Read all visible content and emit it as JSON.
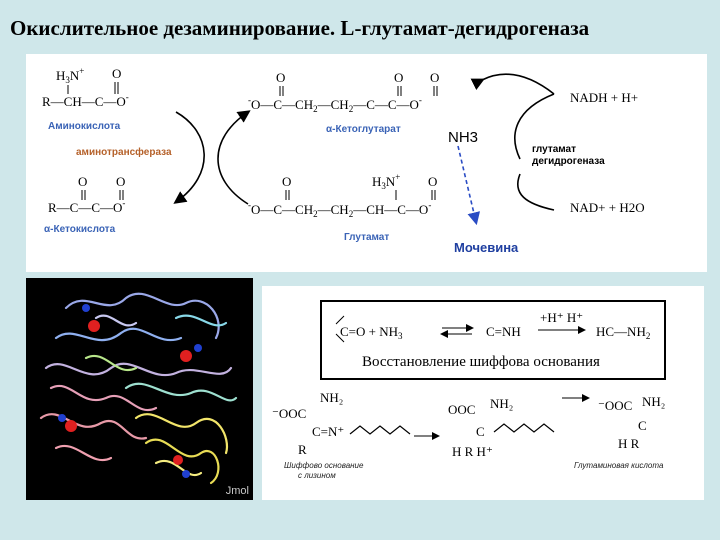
{
  "title": "Окислительное дезаминирование. L-глутамат-дегидрогеназа",
  "scheme": {
    "aminoacid_label": "Аминокислота",
    "aminotransferase_label": "аминотрансфераза",
    "ketoacid_label": "α-Кетокислота",
    "ketoglutarate_label": "α-Кетоглутарат",
    "glutamate_label": "Глутамат",
    "nh3_label": "NH3",
    "urea_label": "Мочевина",
    "nadh_label": "NADH + H+",
    "nad_label": "NAD+ + H2O",
    "enzyme_label_1": "глутамат",
    "enzyme_label_2": "дегидрогеназа"
  },
  "protein": {
    "viewer_label": "Jmol"
  },
  "schiff": {
    "caption": "Восстановление шиффова основания",
    "label_left_1": "Шиффово основание",
    "label_left_2": "с лизином",
    "label_right": "Глутаминовая кислота"
  },
  "colors": {
    "background": "#cfe7ea",
    "blue_label": "#3a63b6",
    "orange_label": "#b5612a",
    "urea_arrow": "#2a4cc4"
  }
}
